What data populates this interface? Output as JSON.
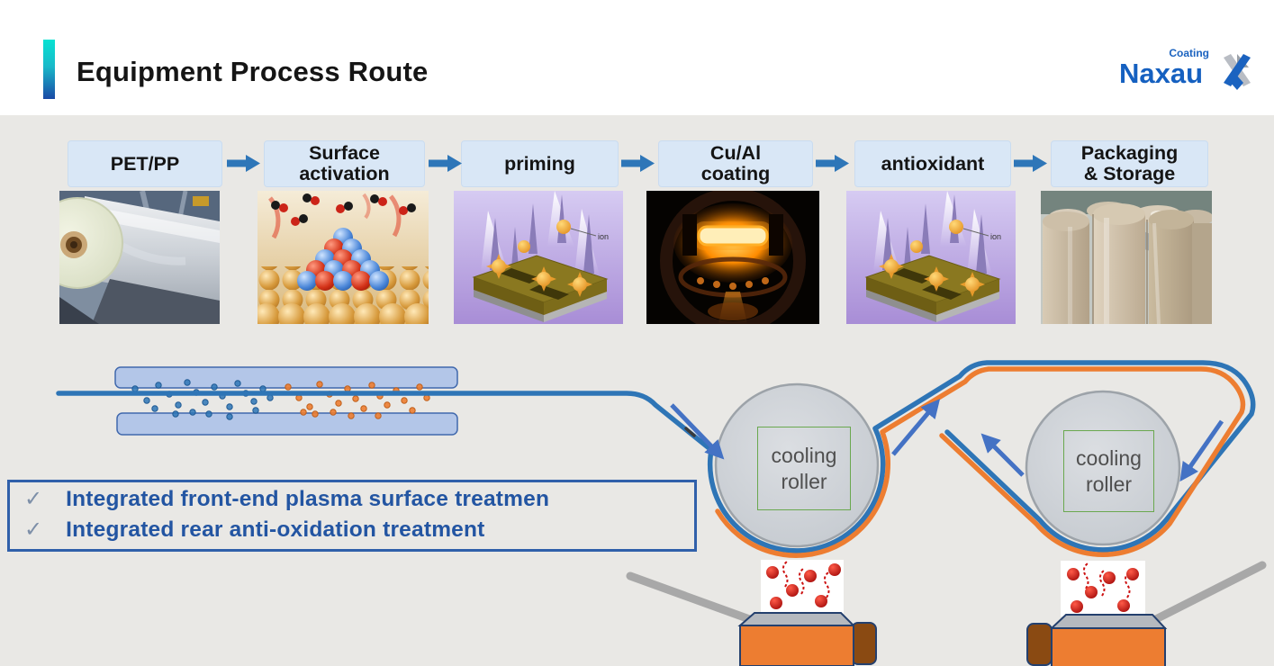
{
  "header": {
    "title": "Equipment Process Route",
    "logo": {
      "brand": "Naxau",
      "tagline": "Coating"
    }
  },
  "process_flow": {
    "steps": [
      {
        "label": "PET/PP"
      },
      {
        "label": "Surface\nactivation"
      },
      {
        "label": "priming",
        "image_annotation": "ion"
      },
      {
        "label": "Cu/Al\ncoating"
      },
      {
        "label": "antioxidant",
        "image_annotation": "ion"
      },
      {
        "label": "Packaging\n& Storage"
      }
    ]
  },
  "diagram": {
    "roller1_label": "cooling roller",
    "roller2_label": "cooling roller"
  },
  "checklist": {
    "checkmark": "✓",
    "items": [
      {
        "text": "Integrated front-end plasma surface treatmen"
      },
      {
        "text": "Integrated rear anti-oxidation treatment"
      }
    ]
  },
  "colors": {
    "accent_blue": "#2E75B6",
    "accent_orange": "#ED7D31",
    "step_box_bg": "#D9E7F6",
    "roller_fill": "#D0D5DA",
    "green_frame": "#6AA84F",
    "checklist_text": "#2355A2",
    "title_bar_gradient_top": "#07E2D2",
    "title_bar_gradient_bottom": "#1A49A6",
    "logo_blue": "#1B63C0"
  }
}
